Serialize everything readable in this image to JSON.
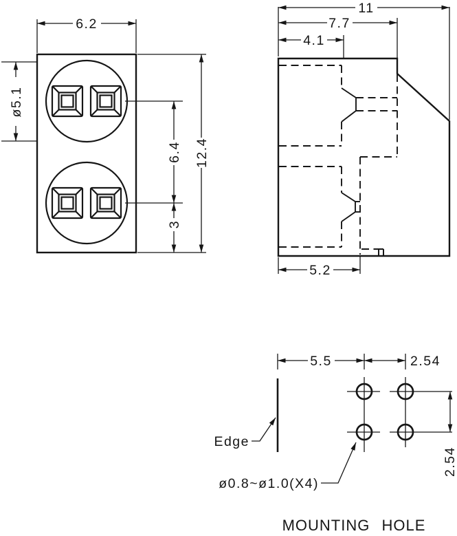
{
  "front_view": {
    "width": "6.2",
    "lens_diameter": "ø5.1",
    "row_pitch": "6.4",
    "bottom_offset": "3",
    "height": "12.4"
  },
  "side_view": {
    "overall_depth": "11",
    "body_depth": "7.7",
    "front_depth": "4.1",
    "base_depth": "5.2"
  },
  "mounting_view": {
    "edge_offset": "5.5",
    "hole_pitch_x": "2.54",
    "hole_pitch_y": "2.54",
    "edge_label": "Edge",
    "hole_spec": "ø0.8~ø1.0(X4)",
    "caption": "MOUNTING HOLE"
  },
  "colors": {
    "ink": "#161616",
    "paper": "#ffffff"
  }
}
